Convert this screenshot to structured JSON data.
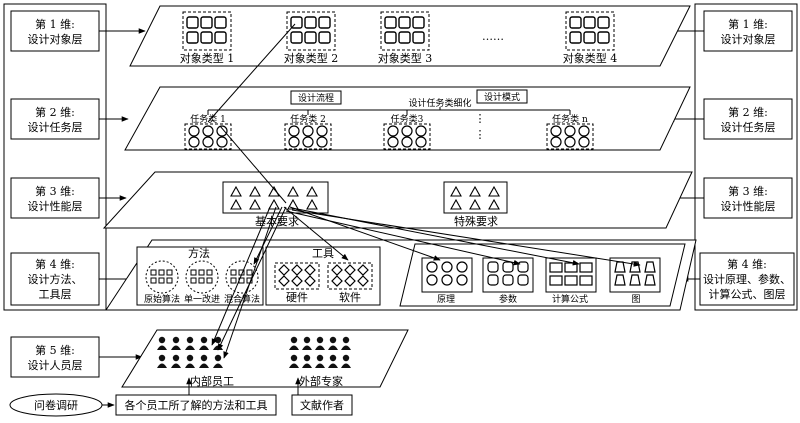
{
  "left_dims": [
    [
      "第 1 维:",
      "设计对象层"
    ],
    [
      "第 2 维:",
      "设计任务层"
    ],
    [
      "第 3 维:",
      "设计性能层"
    ],
    [
      "第 4 维:",
      "设计方法、",
      "工具层"
    ],
    [
      "第 5 维:",
      "设计人员层"
    ]
  ],
  "right_dims": [
    [
      "第 1 维:",
      "设计对象层"
    ],
    [
      "第 2 维:",
      "设计任务层"
    ],
    [
      "第 3 维:",
      "设计性能层"
    ],
    [
      "第 4 维:",
      "设计原理、参数、",
      "计算公式、图层"
    ]
  ],
  "object_types": [
    "对象类型 1",
    "对象类型 2",
    "对象类型 3",
    "对象类型 4"
  ],
  "ellipsis": "……",
  "task_layer": {
    "design_flow": "设计流程",
    "design_mode": "设计模式",
    "refine": "设计任务类细化",
    "tasks": [
      "任务类 1",
      "任务类 2",
      "任务类3",
      "任务类 n"
    ],
    "vdots": "⋮"
  },
  "performance": {
    "basic": "基本要求",
    "special": "特殊要求"
  },
  "methods": {
    "method_title": "方法",
    "method_items": [
      "原始算法",
      "单一改进",
      "混合算法"
    ],
    "tool_title": "工具",
    "tool_items": [
      "硬件",
      "软件"
    ],
    "principle_items": [
      "原理",
      "参数",
      "计算公式",
      "图"
    ]
  },
  "people": {
    "internal": "内部员工",
    "external": "外部专家",
    "survey": "问卷调研",
    "survey_result": "各个员工所了解的方法和工具",
    "literature": "文献作者"
  }
}
